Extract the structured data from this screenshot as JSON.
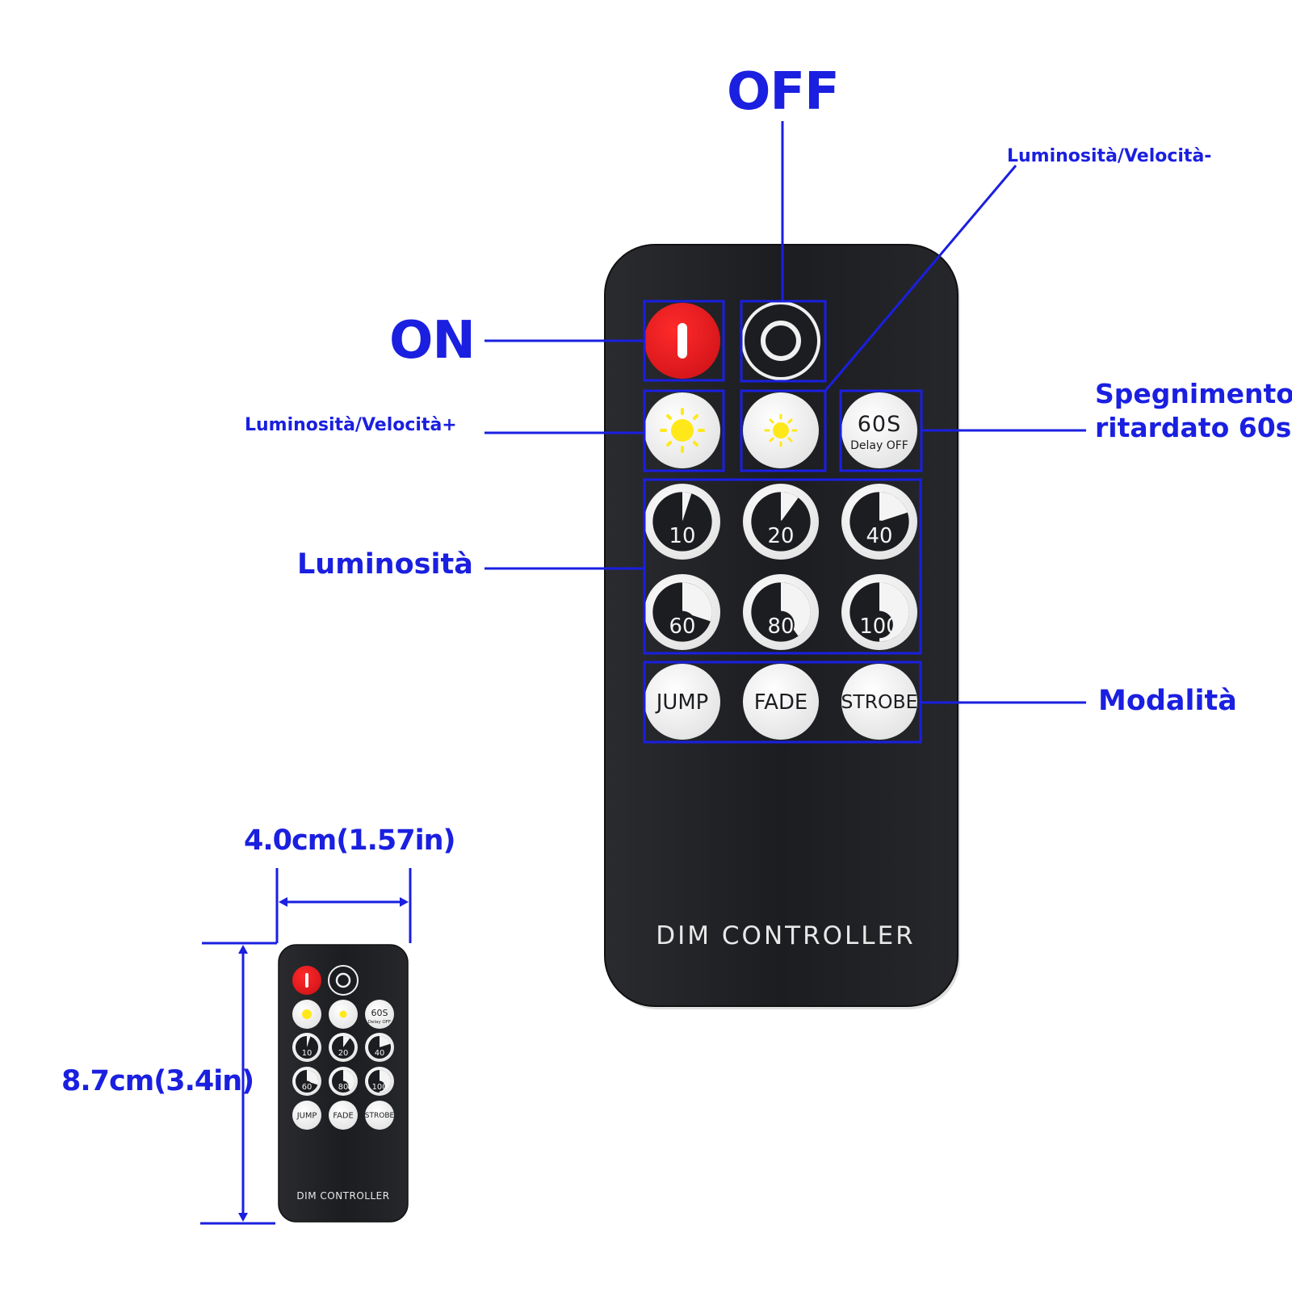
{
  "colors": {
    "accent": "#1a1fe0",
    "remote_body": "#1f2023",
    "on_button": "#e8191e",
    "button_white": "#f4f4f4",
    "sun_yellow": "#ffe81a"
  },
  "labels": {
    "off": "OFF",
    "on": "ON",
    "brightness_speed_down": "Luminosità/Velocità-",
    "brightness_speed_up": "Luminosità/Velocità+",
    "delay_off_line1": "Spegnimento",
    "delay_off_line2": "ritardato 60s",
    "brightness": "Luminosità",
    "modes": "Modalità"
  },
  "remote": {
    "brand_text": "DIM CONTROLLER",
    "delay_button": {
      "top": "60S",
      "bottom": "Delay OFF"
    },
    "brightness_levels": [
      "10",
      "20",
      "40",
      "60",
      "80",
      "100"
    ],
    "modes": [
      "JUMP",
      "FADE",
      "STROBE"
    ],
    "icons": [
      "power-on-icon",
      "power-off-icon",
      "sun-large-icon",
      "sun-small-icon"
    ]
  },
  "dimensions": {
    "width": "4.0cm(1.57in)",
    "height": "8.7cm(3.4in)"
  }
}
